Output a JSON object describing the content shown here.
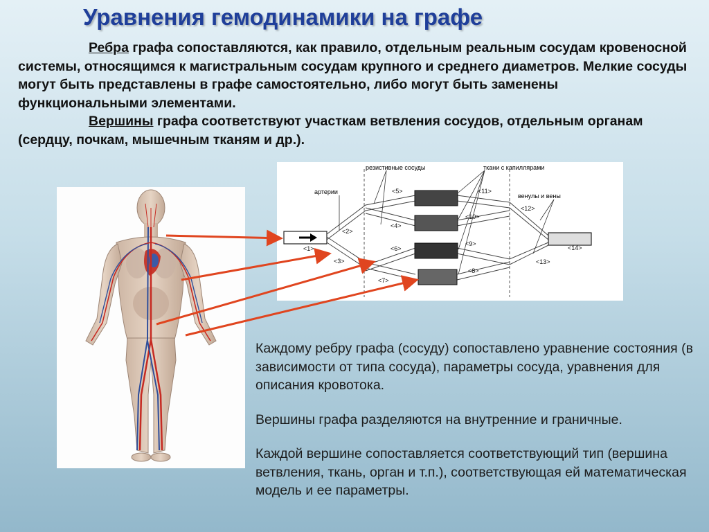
{
  "title": "Уравнения гемодинамики на графе",
  "intro": {
    "p1_term": "Ребра",
    "p1_rest": " графа сопоставляются, как правило, отдельным реальным сосудам кровеносной системы, относящимся к магистральным сосудам крупного и среднего диаметров. Мелкие сосуды могут быть представлены в графе самостоятельно, либо могут быть заменены функциональными элементами.",
    "p2_term": "Вершины",
    "p2_rest": " графа соответствуют участкам ветвления сосудов, отдельным органам (сердцу, почкам, мышечным тканям и др.)."
  },
  "diagram": {
    "labels": {
      "resistive": "резистивные сосуды",
      "tissues": "ткани с капиллярами",
      "arteries": "артерии",
      "venules": "венулы и вены"
    },
    "edges": [
      "<1>",
      "<2>",
      "<3>",
      "<4>",
      "<5>",
      "<6>",
      "<7>",
      "<8>",
      "<9>",
      "<10>",
      "<11>",
      "<12>",
      "<13>",
      "<14>"
    ]
  },
  "colors": {
    "title": "#1f3f9a",
    "arrow": "#e0451f"
  },
  "lower": {
    "p1": "Каждому ребру графа (сосуду) сопоставлено уравнение состояния (в зависимости от типа сосуда), параметры сосуда, уравнения для описания кровотока.",
    "p2": "Вершины графа разделяются на внутренние и граничные.",
    "p3": "Каждой вершине сопоставляется соответствующий тип (вершина ветвления, ткань, орган и т.п.), соответствующая ей математическая модель и ее параметры."
  }
}
